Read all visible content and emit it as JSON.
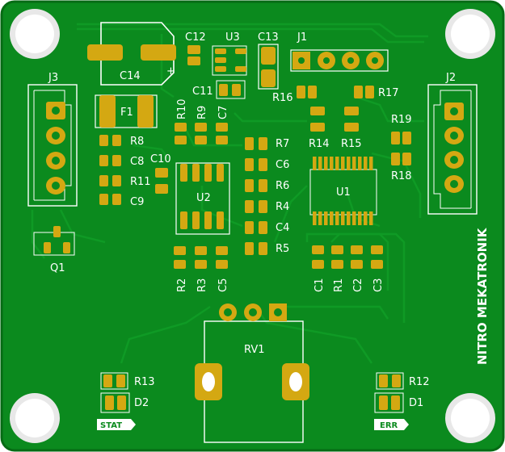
{
  "board": {
    "brand": "NITRO MEKATRONIK",
    "colors": {
      "board": "#0b8a1e",
      "trace": "#0f9a25",
      "edge": "#066b14",
      "pad": "#d4a812",
      "silk": "#ffffff",
      "hole": "#ffffff"
    }
  },
  "refs": {
    "J1": "J1",
    "J2": "J2",
    "J3": "J3",
    "U1": "U1",
    "U2": "U2",
    "U3": "U3",
    "F1": "F1",
    "Q1": "Q1",
    "RV1": "RV1",
    "C1": "C1",
    "C2": "C2",
    "C3": "C3",
    "C4": "C4",
    "C5": "C5",
    "C6": "C6",
    "C7": "C7",
    "C8": "C8",
    "C9": "C9",
    "C10": "C10",
    "C11": "C11",
    "C12": "C12",
    "C13": "C13",
    "C14": "C14",
    "R1": "R1",
    "R2": "R2",
    "R3": "R3",
    "R4": "R4",
    "R5": "R5",
    "R6": "R6",
    "R7": "R7",
    "R8": "R8",
    "R9": "R9",
    "R10": "R10",
    "R11": "R11",
    "R12": "R12",
    "R13": "R13",
    "R14": "R14",
    "R15": "R15",
    "R16": "R16",
    "R17": "R17",
    "R18": "R18",
    "R19": "R19",
    "D1": "D1",
    "D2": "D2",
    "plus": "+"
  },
  "status_labels": {
    "stat": "STAT",
    "err": "ERR"
  }
}
